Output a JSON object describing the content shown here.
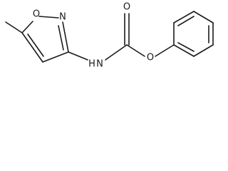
{
  "structure": {
    "atom_labels": {
      "ring_oxygen": "O",
      "ring_nitrogen": "N",
      "carbonyl_oxygen": "O",
      "ester_oxygen": "O",
      "amide_n": "N",
      "amide_h": "H"
    },
    "colors": {
      "bond": "#1a1a1a",
      "text": "#1a1a1a",
      "background": "#ffffff"
    }
  }
}
